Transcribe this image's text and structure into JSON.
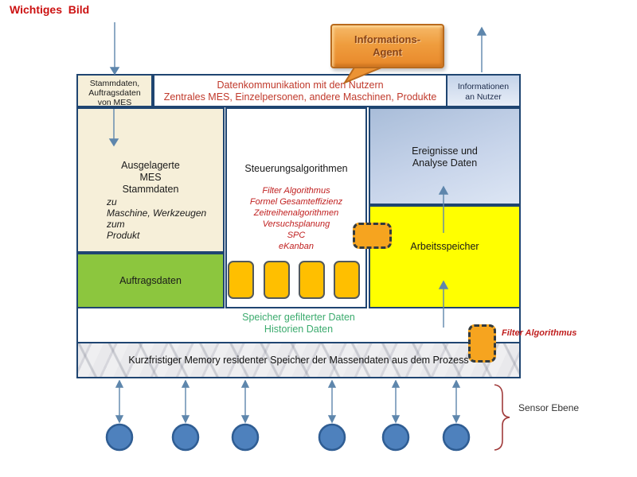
{
  "page": {
    "title": "Wichtiges  Bild"
  },
  "callout": {
    "label": "Informations-\nAgent"
  },
  "top_row": {
    "stammdaten": "Stammdaten,\nAuftragsdaten\nvon MES",
    "datenkommunikation_line1": "Datenkommunikation mit den Nutzern",
    "datenkommunikation_line2": "Zentrales MES, Einzelpersonen, andere Maschinen, Produkte",
    "informationen": "Informationen\nan Nutzer"
  },
  "boxes": {
    "ausgelagerte_title": "Ausgelagerte\nMES\nStammdaten",
    "ausgelagerte_details": "zu\nMaschine, Werkzeugen\nzum\nProdukt",
    "auftragsdaten": "Auftragsdaten",
    "steuerung_title": "Steuerungsalgorithmen",
    "steuerung_items": [
      "Filter Algorithmus",
      "Formel Gesamteffizienz",
      "Zeitreihenalgorithmen",
      "Versuchsplanung",
      "SPC",
      "eKanban"
    ],
    "ereignisse": "Ereignisse und\nAnalyse Daten",
    "arbeitsspeicher": "Arbeitsspeicher",
    "speicher_band": "Speicher gefilterter Daten\nHistorien Daten",
    "massendaten": "Kurzfristiger Memory residenter Speicher der Massendaten aus dem Prozess"
  },
  "annotations": {
    "filter_algorithmus": "Filter Algorithmus",
    "sensor_ebene": "Sensor Ebene"
  },
  "colors": {
    "title_red": "#cc1111",
    "border_navy": "#1f4571",
    "beige": "#f6efd9",
    "green_box": "#8cc63e",
    "yellow_box": "#ffff00",
    "blue_box_top": "#a9bdd9",
    "orange_block": "#ffbf00",
    "bubble_orange": "#ef9d3e",
    "circle_blue": "#4e81bd",
    "arrow_blue": "#5e86ac",
    "text_green": "#3cab6e",
    "text_red": "#c02020",
    "brace_red": "#a03a3a"
  }
}
